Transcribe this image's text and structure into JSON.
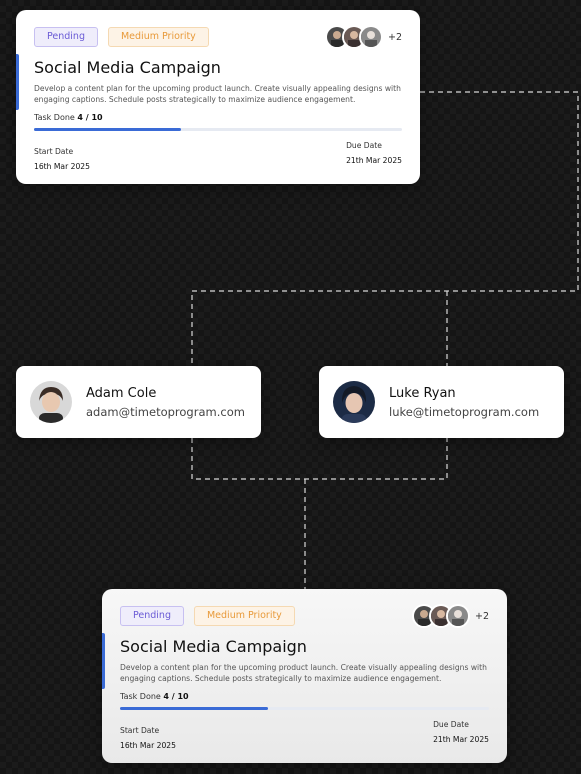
{
  "task_cards": [
    {
      "status": "Pending",
      "priority": "Medium Priority",
      "extra_members": "+2",
      "title": "Social Media Campaign",
      "description": "Develop a content plan for the upcoming product launch. Create visually appealing designs with engaging captions. Schedule posts strategically to maximize audience engagement.",
      "task_done_label": "Task Done",
      "task_done_value": "4 / 10",
      "progress": 0.4,
      "start_label": "Start Date",
      "start_date": "16th Mar 2025",
      "due_label": "Due Date",
      "due_date": "21th Mar 2025"
    },
    {
      "status": "Pending",
      "priority": "Medium Priority",
      "extra_members": "+2",
      "title": "Social Media Campaign",
      "description": "Develop a content plan for the upcoming product launch. Create visually appealing designs with engaging captions. Schedule posts strategically to maximize audience engagement.",
      "task_done_label": "Task Done",
      "task_done_value": "4 / 10",
      "progress": 0.4,
      "start_label": "Start Date",
      "start_date": "16th Mar 2025",
      "due_label": "Due Date",
      "due_date": "21th Mar 2025"
    }
  ],
  "users": [
    {
      "name": "Adam Cole",
      "email": "adam@timetoprogram.com"
    },
    {
      "name": "Luke Ryan",
      "email": "luke@timetoprogram.com"
    }
  ],
  "colors": {
    "accent": "#3a6bd6",
    "pending": "#6b5cd6",
    "priority": "#e89a3a",
    "background": "#151515"
  }
}
